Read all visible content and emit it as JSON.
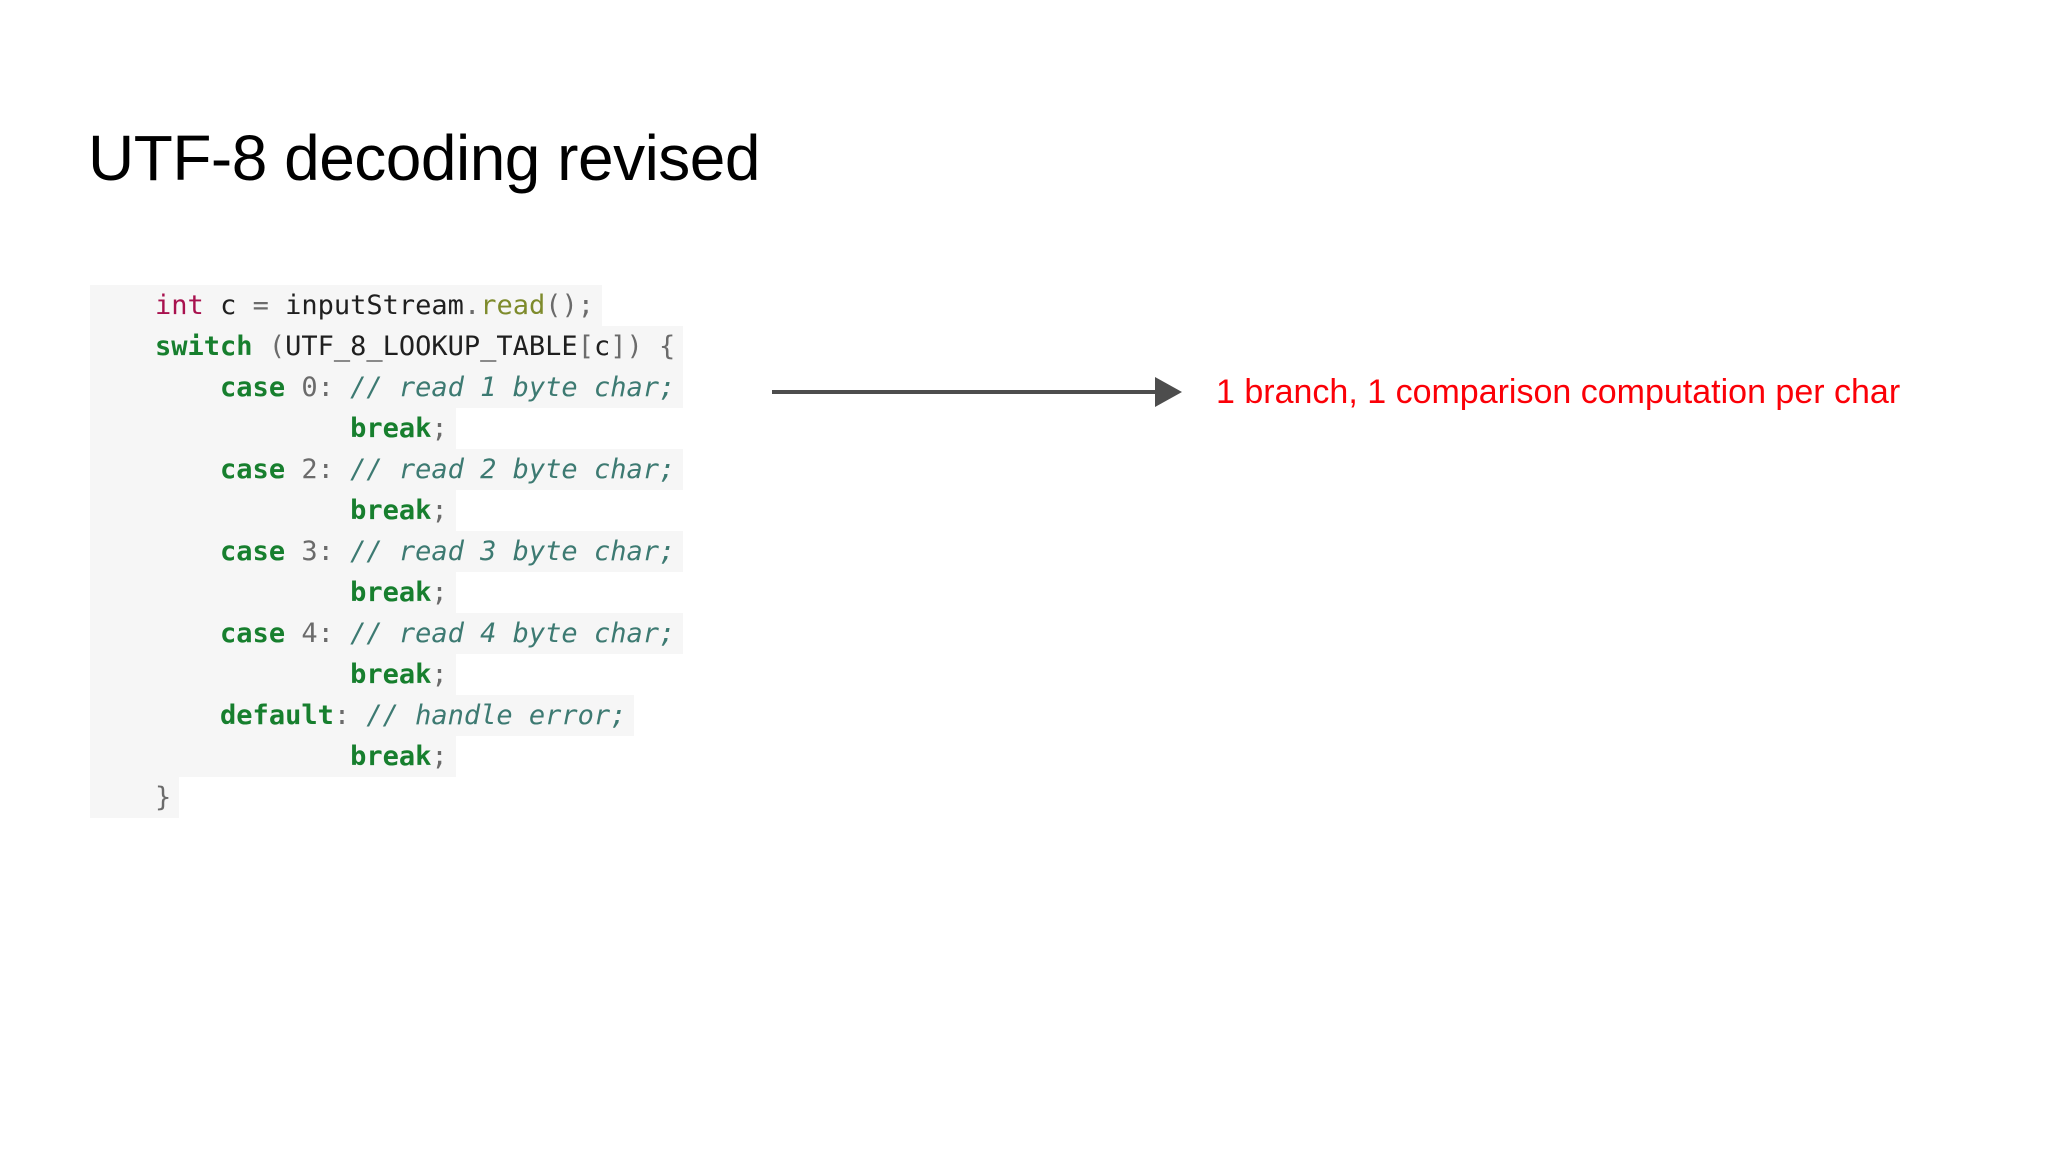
{
  "slide": {
    "title": "UTF-8 decoding revised",
    "background_color": "#ffffff"
  },
  "code": {
    "language": "java",
    "font": "monospace",
    "stripe_color": "#f6f6f6",
    "colors": {
      "type": "#a8114e",
      "keyword": "#177f2e",
      "comment": "#3d7a72",
      "method": "#7e8b2c",
      "identifier": "#1f1f1f",
      "punctuation": "#6b6b6b"
    },
    "plain_text": "    int c = inputStream.read();\n    switch (UTF_8_LOOKUP_TABLE[c]) {\n        case 0: // read 1 byte char;\n                break;\n        case 2: // read 2 byte char;\n                break;\n        case 3: // read 3 byte char;\n                break;\n        case 4: // read 4 byte char;\n                break;\n        default: // handle error;\n                break;\n    }",
    "lines": [
      {
        "indent": "    ",
        "tokens": [
          {
            "text": "int",
            "kind": "type"
          },
          {
            "text": " c ",
            "kind": "identifier"
          },
          {
            "text": "=",
            "kind": "punctuation"
          },
          {
            "text": " inputStream",
            "kind": "identifier"
          },
          {
            "text": ".",
            "kind": "punctuation"
          },
          {
            "text": "read",
            "kind": "method"
          },
          {
            "text": "();",
            "kind": "punctuation"
          }
        ]
      },
      {
        "indent": "    ",
        "tokens": [
          {
            "text": "switch",
            "kind": "keyword"
          },
          {
            "text": " (",
            "kind": "punctuation"
          },
          {
            "text": "UTF_8_LOOKUP_TABLE",
            "kind": "identifier"
          },
          {
            "text": "[",
            "kind": "punctuation"
          },
          {
            "text": "c",
            "kind": "identifier"
          },
          {
            "text": "]) {",
            "kind": "punctuation"
          }
        ]
      },
      {
        "indent": "        ",
        "tokens": [
          {
            "text": "case",
            "kind": "keyword"
          },
          {
            "text": " 0",
            "kind": "punctuation"
          },
          {
            "text": ": ",
            "kind": "punctuation"
          },
          {
            "text": "// read 1 byte char;",
            "kind": "comment"
          }
        ]
      },
      {
        "indent": "                ",
        "tokens": [
          {
            "text": "break",
            "kind": "keyword"
          },
          {
            "text": ";",
            "kind": "punctuation"
          }
        ]
      },
      {
        "indent": "        ",
        "tokens": [
          {
            "text": "case",
            "kind": "keyword"
          },
          {
            "text": " 2",
            "kind": "punctuation"
          },
          {
            "text": ": ",
            "kind": "punctuation"
          },
          {
            "text": "// read 2 byte char;",
            "kind": "comment"
          }
        ]
      },
      {
        "indent": "                ",
        "tokens": [
          {
            "text": "break",
            "kind": "keyword"
          },
          {
            "text": ";",
            "kind": "punctuation"
          }
        ]
      },
      {
        "indent": "        ",
        "tokens": [
          {
            "text": "case",
            "kind": "keyword"
          },
          {
            "text": " 3",
            "kind": "punctuation"
          },
          {
            "text": ": ",
            "kind": "punctuation"
          },
          {
            "text": "// read 3 byte char;",
            "kind": "comment"
          }
        ]
      },
      {
        "indent": "                ",
        "tokens": [
          {
            "text": "break",
            "kind": "keyword"
          },
          {
            "text": ";",
            "kind": "punctuation"
          }
        ]
      },
      {
        "indent": "        ",
        "tokens": [
          {
            "text": "case",
            "kind": "keyword"
          },
          {
            "text": " 4",
            "kind": "punctuation"
          },
          {
            "text": ": ",
            "kind": "punctuation"
          },
          {
            "text": "// read 4 byte char;",
            "kind": "comment"
          }
        ]
      },
      {
        "indent": "                ",
        "tokens": [
          {
            "text": "break",
            "kind": "keyword"
          },
          {
            "text": ";",
            "kind": "punctuation"
          }
        ]
      },
      {
        "indent": "        ",
        "tokens": [
          {
            "text": "default",
            "kind": "keyword"
          },
          {
            "text": ": ",
            "kind": "punctuation"
          },
          {
            "text": "// handle error;",
            "kind": "comment"
          }
        ]
      },
      {
        "indent": "                ",
        "tokens": [
          {
            "text": "break",
            "kind": "keyword"
          },
          {
            "text": ";",
            "kind": "punctuation"
          }
        ]
      },
      {
        "indent": "    ",
        "tokens": [
          {
            "text": "}",
            "kind": "punctuation"
          }
        ]
      }
    ]
  },
  "callout": {
    "text": "1 branch, 1 comparison computation per char",
    "text_color": "#fb0007",
    "arrow_icon": "arrow-right-icon",
    "arrow_color": "#4d4d4d"
  }
}
